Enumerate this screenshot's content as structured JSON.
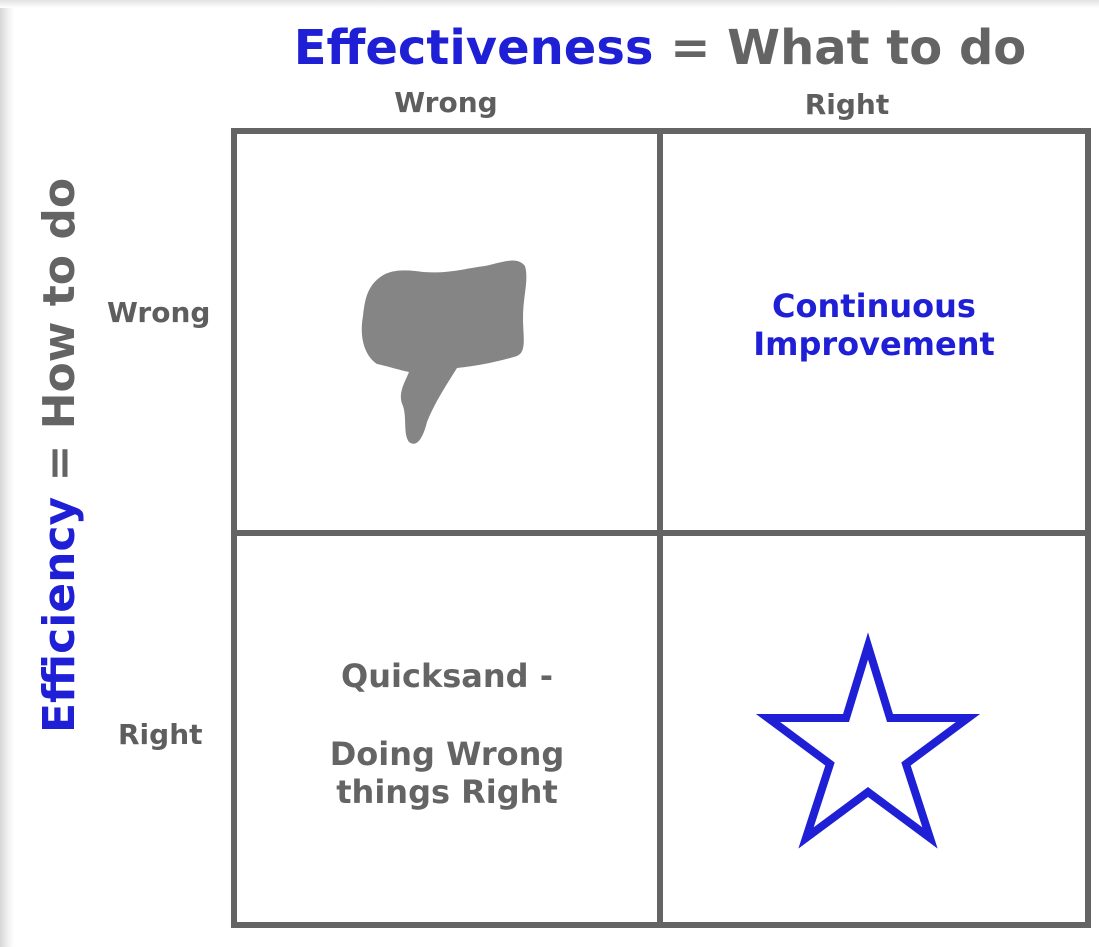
{
  "header": {
    "title_key": "Effectiveness",
    "title_rest": " = What to do"
  },
  "columns": [
    "Wrong",
    "Right"
  ],
  "y_axis": {
    "key": "Efficiency",
    "rest": " = How to do"
  },
  "rows": [
    "Wrong",
    "Right"
  ],
  "cells": {
    "top_left": {
      "icon": "thumbs-down-icon"
    },
    "top_right": {
      "line1": "Continuous",
      "line2": "Improvement"
    },
    "bottom_left": {
      "line1": "Quicksand -",
      "line2": "Doing Wrong",
      "line3": "things Right"
    },
    "bottom_right": {
      "icon": "star-icon"
    }
  },
  "colors": {
    "accent": "#1f1fd6",
    "text": "#646464",
    "grid": "#646464",
    "background": "#ffffff"
  }
}
